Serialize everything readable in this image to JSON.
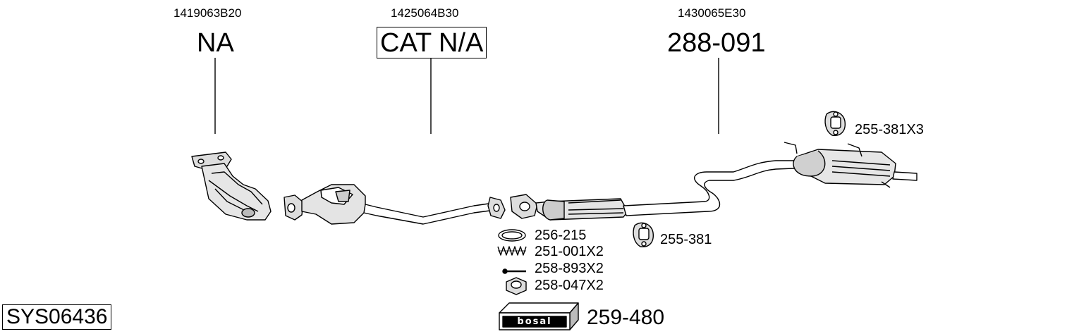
{
  "columns": [
    {
      "oem": "1419063B20",
      "part": "NA"
    },
    {
      "oem": "1425064B30",
      "part": "CAT N/A"
    },
    {
      "oem": "1430065E30",
      "part": "288-091"
    }
  ],
  "fittings": {
    "gasket": "256-215",
    "spring": "251-001X2",
    "bolt": "258-893X2",
    "nut": "258-047X2",
    "rubber_mount_front": "255-381",
    "rubber_mount_rear": "255-381X3"
  },
  "kit": {
    "logo_text": "bosal",
    "number": "259-480"
  },
  "system_id": "SYS06436"
}
